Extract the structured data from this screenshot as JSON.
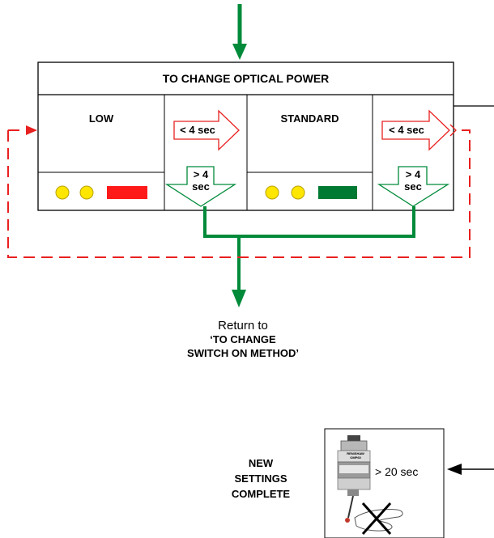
{
  "main_box": {
    "title": "TO CHANGE OPTICAL POWER"
  },
  "low": {
    "label": "LOW",
    "indicator_colors": [
      "#ffe600",
      "#ffe600",
      "#ff1a1a"
    ]
  },
  "standard": {
    "label": "STANDARD",
    "indicator_colors": [
      "#ffe600",
      "#ffe600",
      "#007a33"
    ]
  },
  "arrows": {
    "right1_label": "< 4 sec",
    "down1_label_line1": "> 4",
    "down1_label_line2": "sec",
    "right2_label": "< 4 sec",
    "down2_label_line1": "> 4",
    "down2_label_line2": "sec"
  },
  "return_text": {
    "line1": "Return to",
    "line2": "‘TO CHANGE",
    "line3": "SWITCH ON METHOD’"
  },
  "new_settings": {
    "line1": "NEW",
    "line2": "SETTINGS",
    "line3": "COMPLETE"
  },
  "probe_box": {
    "duration_label": "> 20 sec",
    "brand_text": "RENISHAW",
    "model_text": "OMP60"
  },
  "colors": {
    "green_flow": "#008a3a",
    "red_dashed": "#e8201f",
    "box_border": "#000000"
  }
}
